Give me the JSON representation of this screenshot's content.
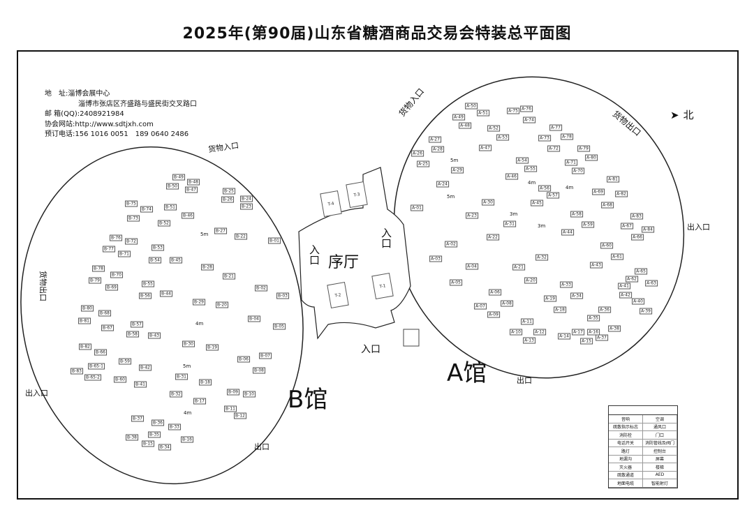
{
  "title": "2025年(第90届)山东省糖酒商品交易会特装总平面图",
  "info": {
    "address": "地　址:淄博会展中心",
    "address2": "淄博市张店区齐盛路与盛民街交叉路口",
    "email": "邮 箱(QQ):2408921984",
    "website": "协会网站:http://www.sdtjxh.com",
    "phone": "预订电话:156 1016 0051　189 0640 2486"
  },
  "north_label": "北",
  "halls": {
    "a": "A馆",
    "b": "B馆",
    "lobby": "序厅"
  },
  "entrances": {
    "b_cargo_in": "货物入口",
    "b_cargo_out": "货物出口",
    "b_exit_in": "出入口",
    "b_exit": "出口",
    "a_exit": "出口",
    "a_exit_in": "出入口",
    "a_cargo_out": "货物出口",
    "a_cargo_in": "货物入口",
    "lobby_in_left": "入口",
    "lobby_in_right": "入口",
    "lobby_in_bottom": "入口"
  },
  "booths_a": [
    "A-50",
    "A-51",
    "A-49",
    "A-48",
    "A-75",
    "A-76",
    "A-74",
    "A-52",
    "A-53",
    "A-47",
    "A-27",
    "A-28",
    "A-26",
    "A-25",
    "A-29",
    "A-24",
    "A-01",
    "A-77",
    "A-73",
    "A-78",
    "A-72",
    "A-79",
    "A-80",
    "A-71",
    "A-70",
    "A-54",
    "A-55",
    "A-46",
    "A-56",
    "A-57",
    "A-45",
    "A-30",
    "A-23",
    "A-31",
    "A-22",
    "A-81",
    "A-69",
    "A-82",
    "A-68",
    "A-83",
    "A-67",
    "A-84",
    "A-66",
    "A-58",
    "A-59",
    "A-44",
    "A-60",
    "A-61",
    "A-43",
    "A-02",
    "A-03",
    "A-04",
    "A-05",
    "A-32",
    "A-21",
    "A-20",
    "A-33",
    "A-34",
    "A-19",
    "A-18",
    "A-06",
    "A-08",
    "A-07",
    "A-09",
    "A-65",
    "A-62",
    "A-63",
    "A-41",
    "A-42",
    "A-40",
    "A-39",
    "A-35",
    "A-36",
    "A-38",
    "A-37",
    "A-11",
    "A-12",
    "A-10",
    "A-13",
    "A-17",
    "A-14",
    "A-15",
    "A-16"
  ],
  "booths_b": [
    "B-49",
    "B-48",
    "B-50",
    "B-47",
    "B-25",
    "B-26",
    "B-24",
    "B-23",
    "B-75",
    "B-74",
    "B-73",
    "B-51",
    "B-46",
    "B-52",
    "B-27",
    "B-22",
    "B-01",
    "B-76",
    "B-72",
    "B-77",
    "B-71",
    "B-53",
    "B-54",
    "B-45",
    "B-28",
    "B-21",
    "B-02",
    "B-03",
    "B-78",
    "B-70",
    "B-79",
    "B-69",
    "B-55",
    "B-56",
    "B-44",
    "B-29",
    "B-20",
    "B-04",
    "B-05",
    "B-80",
    "B-68",
    "B-81",
    "B-67",
    "B-57",
    "B-58",
    "B-43",
    "B-30",
    "B-19",
    "B-06",
    "B-07",
    "B-08",
    "B-82",
    "B-66",
    "B-83",
    "B-65-1",
    "B-65-2",
    "B-59",
    "B-42",
    "B-60",
    "B-41",
    "B-31",
    "B-18",
    "B-32",
    "B-17",
    "B-09",
    "B-10",
    "B-11",
    "B-12",
    "B-36",
    "B-33",
    "B-35",
    "B-34",
    "B-15",
    "B-37",
    "B-38",
    "B-16"
  ],
  "booths_t": [
    "T-1",
    "T-2",
    "T-3",
    "T-4"
  ],
  "aisles": [
    "5m",
    "4m",
    "3m",
    "5m",
    "4m",
    "3m",
    "5m",
    "4m",
    "5m",
    "4m"
  ],
  "legend": {
    "header": "",
    "items": [
      "音响",
      "空调",
      "疏散指示标志",
      "通风口",
      "消防栓",
      "门口",
      "电话开关",
      "消防管线及阀门",
      "路灯",
      "控制台",
      "地漏沟",
      "屏幕",
      "灭火器",
      "楼梯",
      "疏散通道",
      "AED",
      "地面电缆",
      "智能射灯"
    ]
  }
}
